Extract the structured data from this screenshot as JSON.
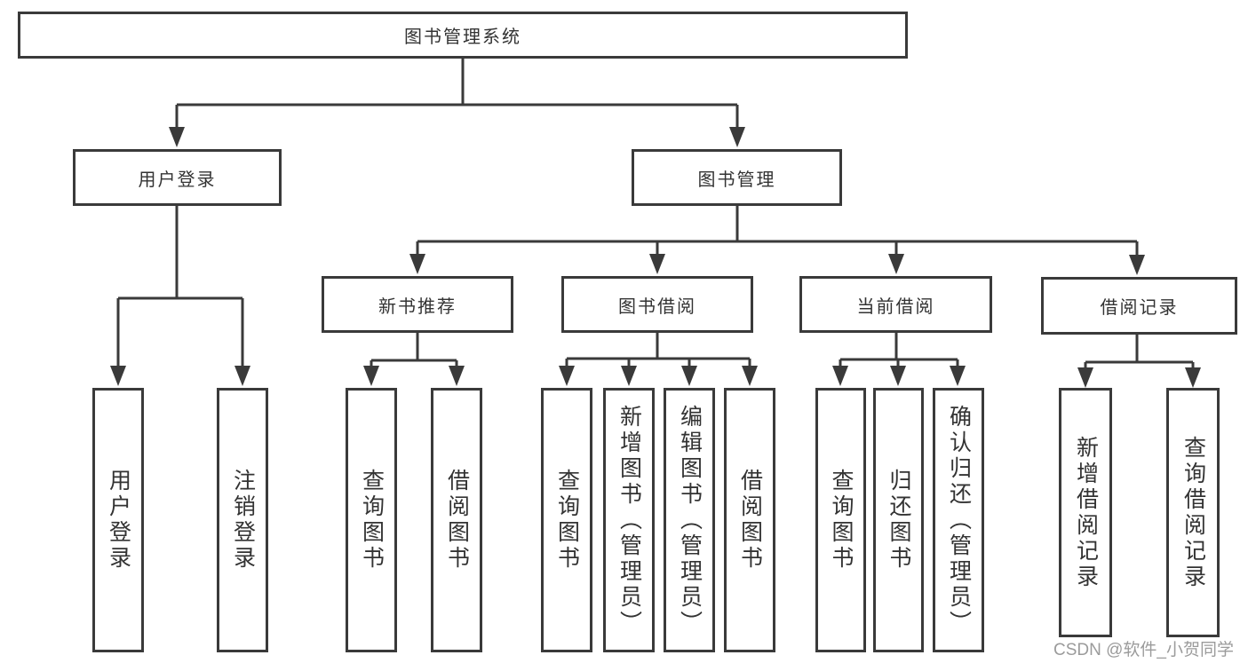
{
  "diagram": {
    "root": {
      "label": "图书管理系统"
    },
    "user_login": {
      "label": "用户登录",
      "children": [
        {
          "label": "用户登录"
        },
        {
          "label": "注销登录"
        }
      ]
    },
    "book_management": {
      "label": "图书管理",
      "sections": [
        {
          "label": "新书推荐",
          "children": [
            {
              "label": "查询图书"
            },
            {
              "label": "借阅图书"
            }
          ]
        },
        {
          "label": "图书借阅",
          "children": [
            {
              "label": "查询图书"
            },
            {
              "label": "新增图书（管理员）"
            },
            {
              "label": "编辑图书（管理员）"
            },
            {
              "label": "借阅图书"
            }
          ]
        },
        {
          "label": "当前借阅",
          "children": [
            {
              "label": "查询图书"
            },
            {
              "label": "归还图书"
            },
            {
              "label": "确认归还（管理员）"
            }
          ]
        },
        {
          "label": "借阅记录",
          "children": [
            {
              "label": "新增借阅记录"
            },
            {
              "label": "查询借阅记录"
            }
          ]
        }
      ]
    }
  },
  "watermark": {
    "text": "CSDN @软件_小贺同学"
  },
  "colors": {
    "line": "#3a3a3a",
    "text": "#333333",
    "watermark": "#9b9b9b",
    "background": "#ffffff"
  }
}
